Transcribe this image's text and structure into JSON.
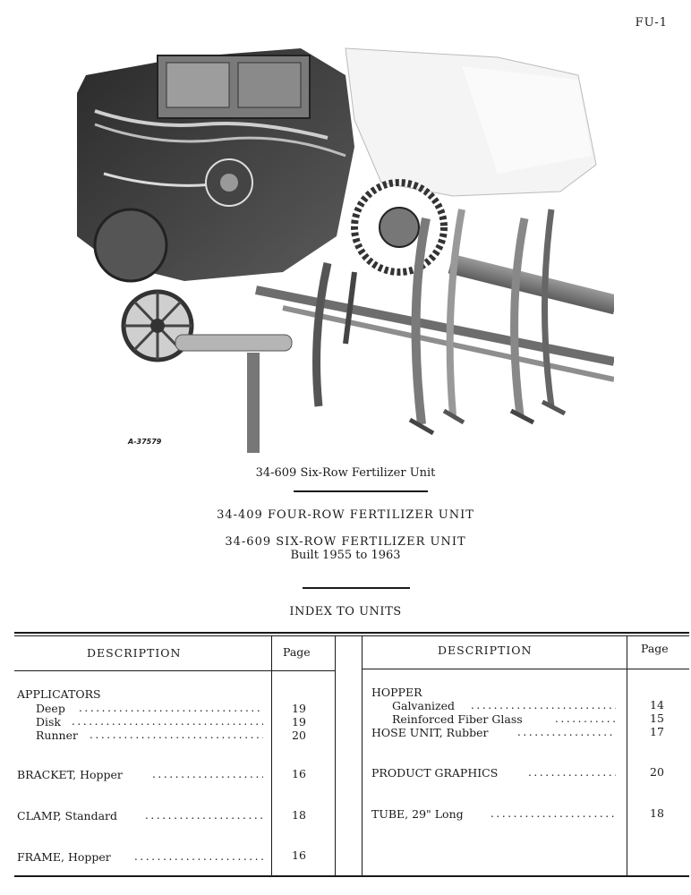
{
  "page_id": "FU-1",
  "photo": {
    "reference": "A-37579",
    "caption": "34-609 Six-Row Fertilizer Unit"
  },
  "titles": {
    "line1": "34-409 FOUR-ROW FERTILIZER UNIT",
    "line2": "34-609 SIX-ROW FERTILIZER UNIT",
    "line3": "Built 1955 to 1963"
  },
  "index": {
    "heading": "INDEX TO UNITS",
    "columns": {
      "description": "DESCRIPTION",
      "page": "Page"
    },
    "left": {
      "applicators": "APPLICATORS",
      "deep": "Deep",
      "deep_page": "19",
      "disk": "Disk",
      "disk_page": "19",
      "runner": "Runner",
      "runner_page": "20",
      "bracket": "BRACKET, Hopper",
      "bracket_page": "16",
      "clamp": "CLAMP, Standard",
      "clamp_page": "18",
      "frame": "FRAME, Hopper",
      "frame_page": "16"
    },
    "right": {
      "hopper": "HOPPER",
      "galvanized": "Galvanized",
      "galvanized_page": "14",
      "fiber": "Reinforced Fiber Glass",
      "fiber_page": "15",
      "hose": "HOSE UNIT, Rubber",
      "hose_page": "17",
      "graphics": "PRODUCT GRAPHICS",
      "graphics_page": "20",
      "tube": "TUBE, 29\" Long",
      "tube_page": "18"
    }
  }
}
